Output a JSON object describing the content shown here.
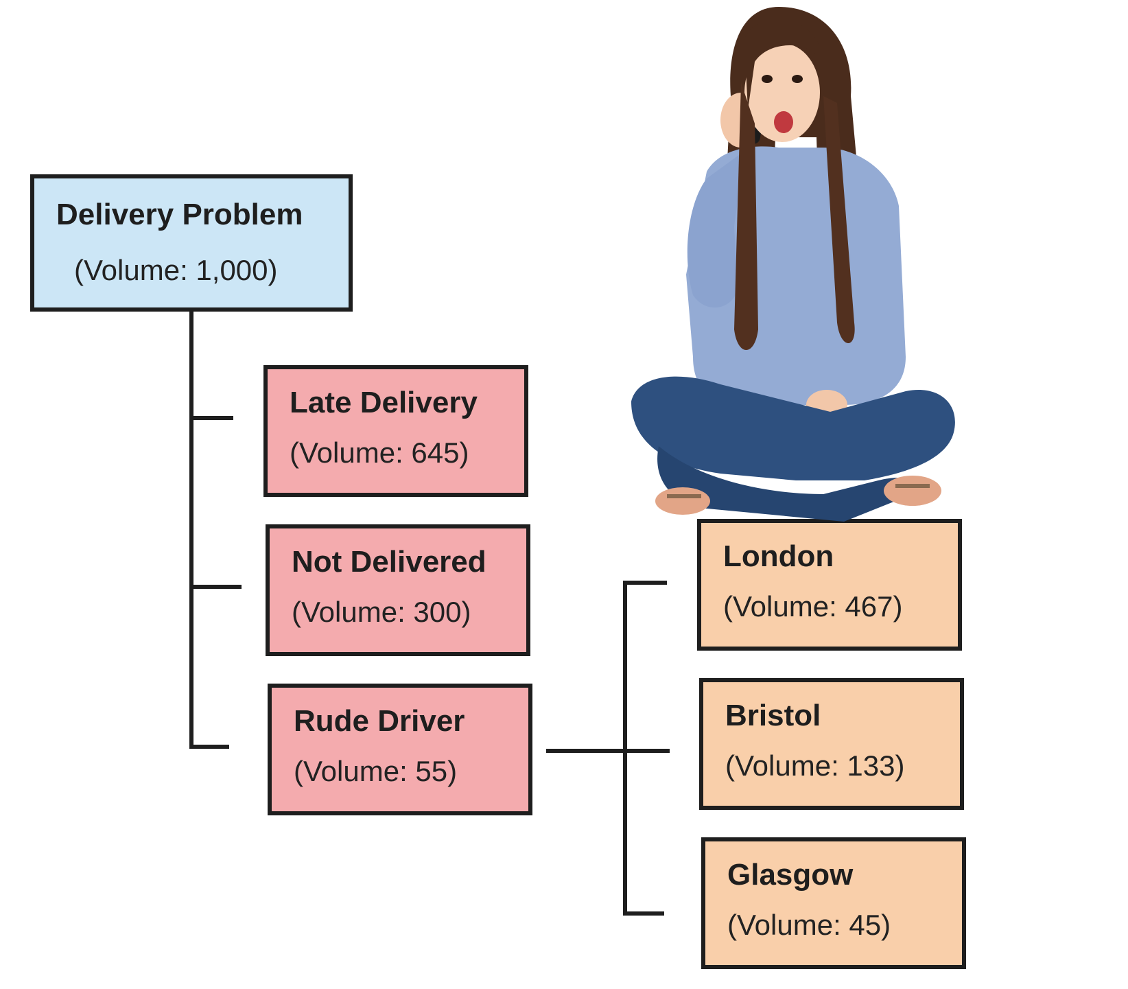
{
  "root": {
    "title": "Delivery Problem",
    "volume": "(Volume: 1,000)"
  },
  "level1": [
    {
      "title": "Late Delivery",
      "volume": "(Volume: 645)"
    },
    {
      "title": "Not Delivered",
      "volume": "(Volume: 300)"
    },
    {
      "title": "Rude Driver",
      "volume": "(Volume: 55)"
    }
  ],
  "level2": [
    {
      "title": "London",
      "volume": "(Volume: 467)"
    },
    {
      "title": "Bristol",
      "volume": "(Volume: 133)"
    },
    {
      "title": "Glasgow",
      "volume": "(Volume: 45)"
    }
  ],
  "colors": {
    "root": "#cce6f6",
    "level1": "#f4abae",
    "level2": "#f9cfaa",
    "line": "#1e1e1e"
  },
  "image": {
    "subject": "woman-on-phone-sitting-cross-legged"
  }
}
